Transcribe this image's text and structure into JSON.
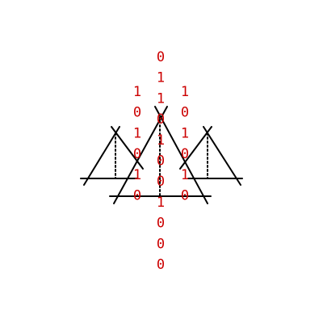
{
  "colors": {
    "digits": "#cc0000",
    "lines": "#000000",
    "background": "#ffffff"
  },
  "columns": {
    "center": [
      "0",
      "1",
      "1",
      "0",
      "1",
      "0",
      "0",
      "1",
      "0",
      "0",
      "0"
    ],
    "left": [
      "1",
      "0",
      "1",
      "0",
      "1",
      "0"
    ],
    "right": [
      "1",
      "0",
      "1",
      "0",
      "1",
      "0"
    ]
  }
}
